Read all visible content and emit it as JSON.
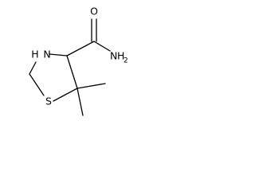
{
  "structure": {
    "atoms": {
      "oxygen": "O",
      "nitrogen_ring": "N",
      "hydrogen_ring": "H",
      "sulfur": "S",
      "amide_nitrogen": "N",
      "amide_hydrogen": "H",
      "amide_hydrogen_count": "2"
    },
    "color": "#000000"
  }
}
